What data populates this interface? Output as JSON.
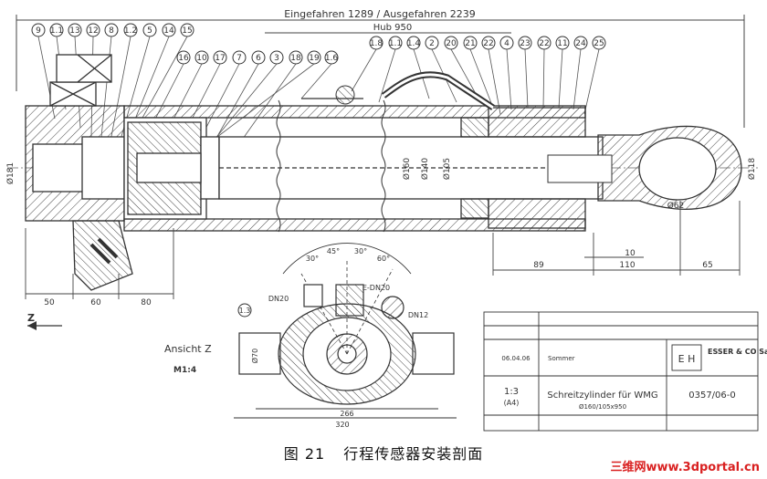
{
  "figure": {
    "caption_number": "图 21",
    "caption_text": "行程传感器安装剖面",
    "watermark": "三维网www.3dportal.cn"
  },
  "dimensions_top": {
    "length_label": "Eingefahren 1289 / Ausgefahren 2239",
    "stroke_label": "Hub 950"
  },
  "balloons_top": [
    "9",
    "1.1",
    "13",
    "12",
    "8",
    "1.2",
    "5",
    "14",
    "15"
  ],
  "balloons_mid": [
    "16",
    "10",
    "17",
    "7",
    "6",
    "3",
    "18",
    "19",
    "1.6"
  ],
  "balloons_right": [
    "1.8",
    "1.1",
    "1.4",
    "2",
    "20",
    "21",
    "22",
    "4",
    "23",
    "22",
    "11",
    "24",
    "25"
  ],
  "diameters": {
    "left": "Ø181",
    "bore_a": "Ø160",
    "bore_b": "Ø140",
    "rod": "Ø105",
    "eye": "Ø118",
    "pin": "Ø62"
  },
  "dimensions_bottom": [
    "50",
    "60",
    "80",
    "89",
    "110",
    "65",
    "10"
  ],
  "section_view": {
    "title": "Ansicht Z",
    "scale": "M1:4",
    "arrow_label": "Z",
    "balloon": "1.3",
    "angles": [
      "30°",
      "45°",
      "30°",
      "60°"
    ],
    "labels": [
      "DN20",
      "E-DN20",
      "DN12"
    ],
    "dims": [
      "266",
      "320",
      "Ø70"
    ]
  },
  "title_block": {
    "company": "ESSER & CO\nSaar GmbH",
    "logo": "E H",
    "scale": "1:3",
    "format": "(A4)",
    "title": "Schreitzylinder für WMG",
    "subtitle": "Ø160/105x950",
    "drawing_number": "0357/06-0",
    "date": "06.04.06",
    "drawn_by": "Sommer"
  },
  "colors": {
    "line": "#333333",
    "background": "#ffffff",
    "watermark": "#d92020"
  }
}
